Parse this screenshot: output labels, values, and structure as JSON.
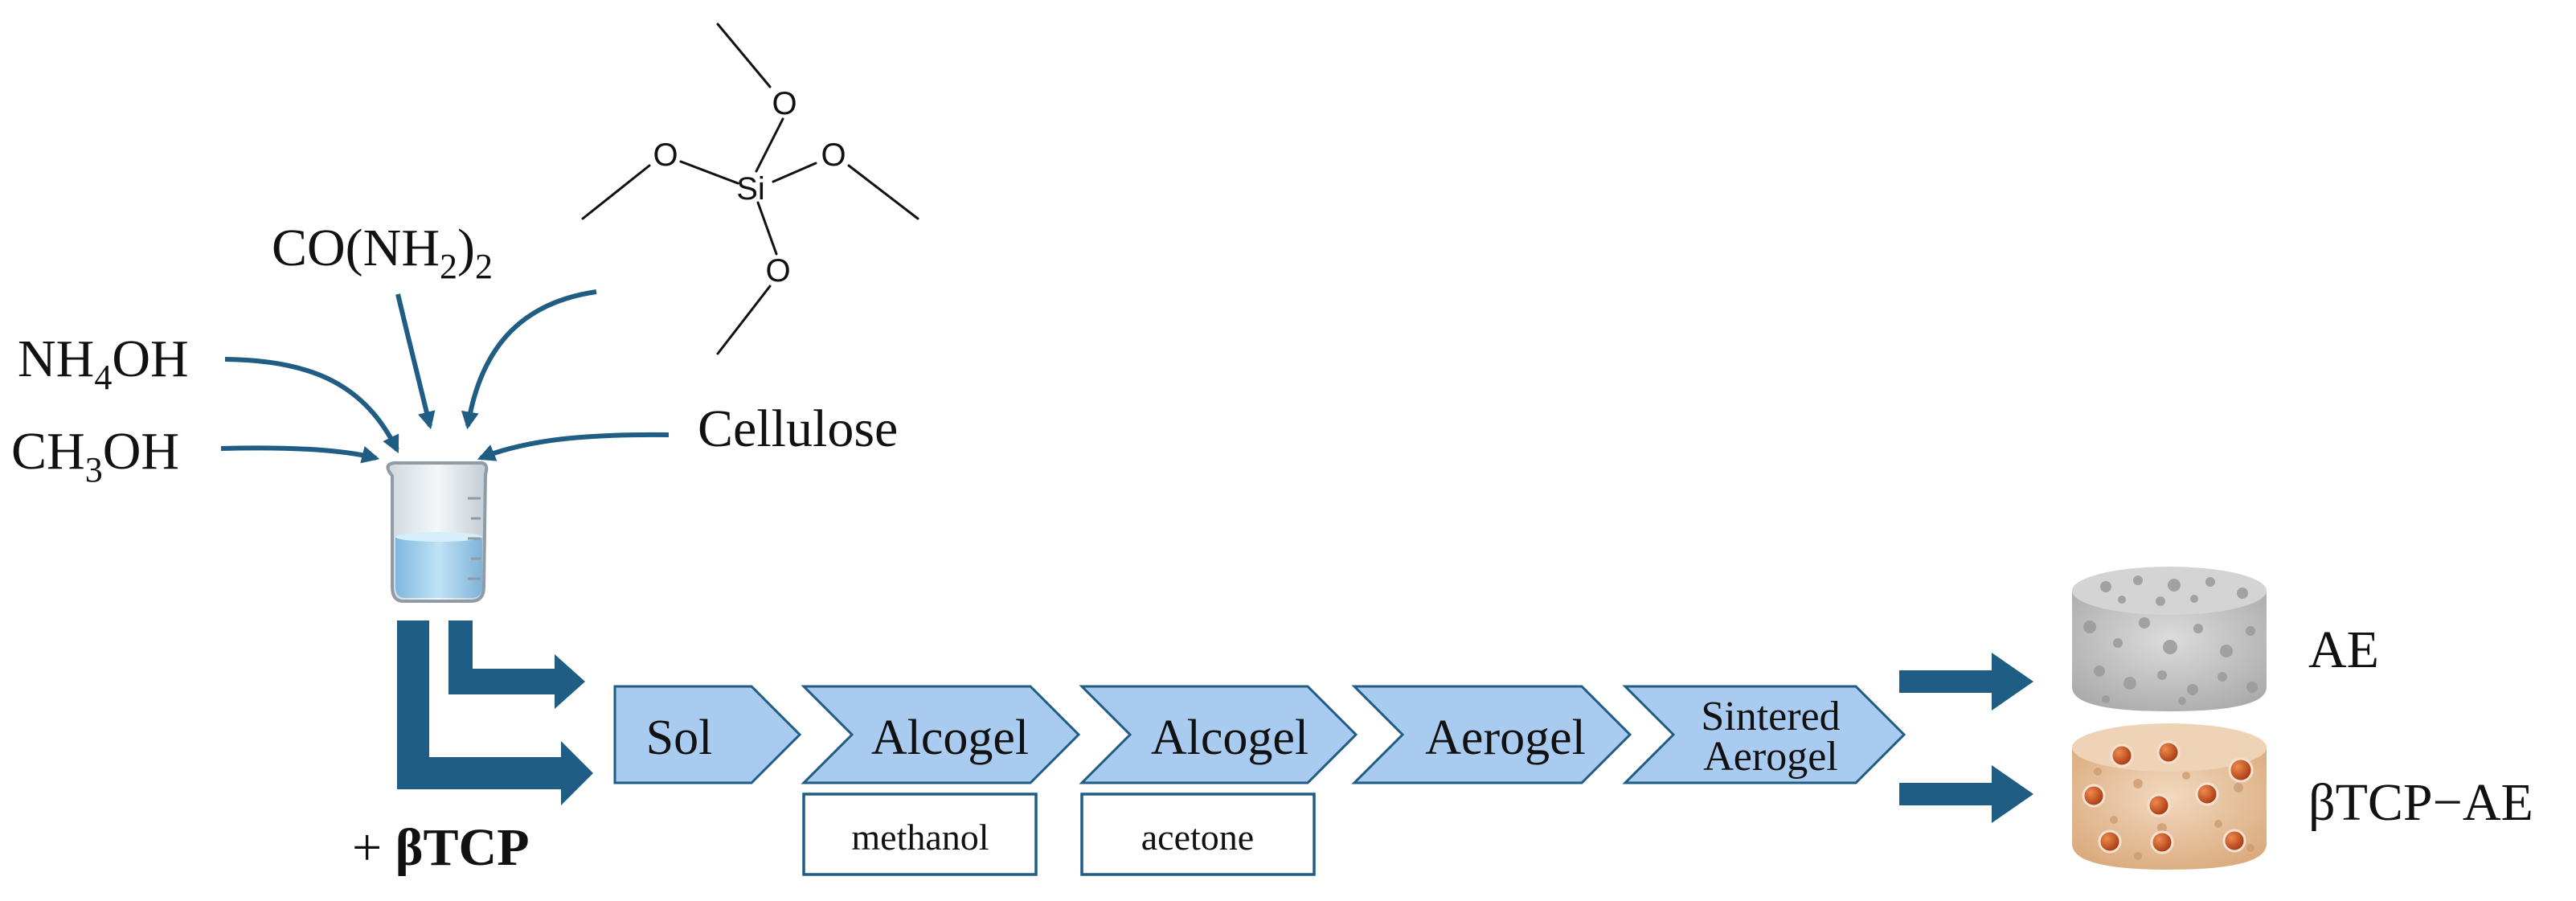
{
  "reagents": {
    "urea": {
      "base": "CO(NH",
      "sub": "2",
      "close": ")",
      "sub2": "2"
    },
    "ammonia": {
      "base": "NH",
      "sub": "4",
      "tail": "OH"
    },
    "methanol": {
      "base": "CH",
      "sub": "3",
      "tail": "OH"
    },
    "cellulose": "Cellulose"
  },
  "molecule": {
    "center": "Si",
    "oxygen": "O"
  },
  "additive": {
    "plus": "+ ",
    "name": "βTCP"
  },
  "steps": [
    {
      "line1": "Sol",
      "line2": ""
    },
    {
      "line1": "Alcogel",
      "line2": ""
    },
    {
      "line1": "Alcogel",
      "line2": ""
    },
    {
      "line1": "Aerogel",
      "line2": ""
    },
    {
      "line1": "Sintered",
      "line2": "Aerogel"
    }
  ],
  "solvents": [
    "methanol",
    "acetone"
  ],
  "products": [
    {
      "label": "AE"
    },
    {
      "label": "βTCP−AE"
    }
  ],
  "colors": {
    "arrow": "#1f5d85",
    "chevron_fill": "#a9cbef",
    "chevron_stroke": "#1f5d85",
    "liquid": "#a9d4ee",
    "product_ae": "#c9c9c9",
    "product_btcp": "#e9c9a8",
    "particle": "#c4501e"
  },
  "icons": [
    "beaker-icon",
    "porous-cylinder-icon",
    "particle-cylinder-icon"
  ]
}
